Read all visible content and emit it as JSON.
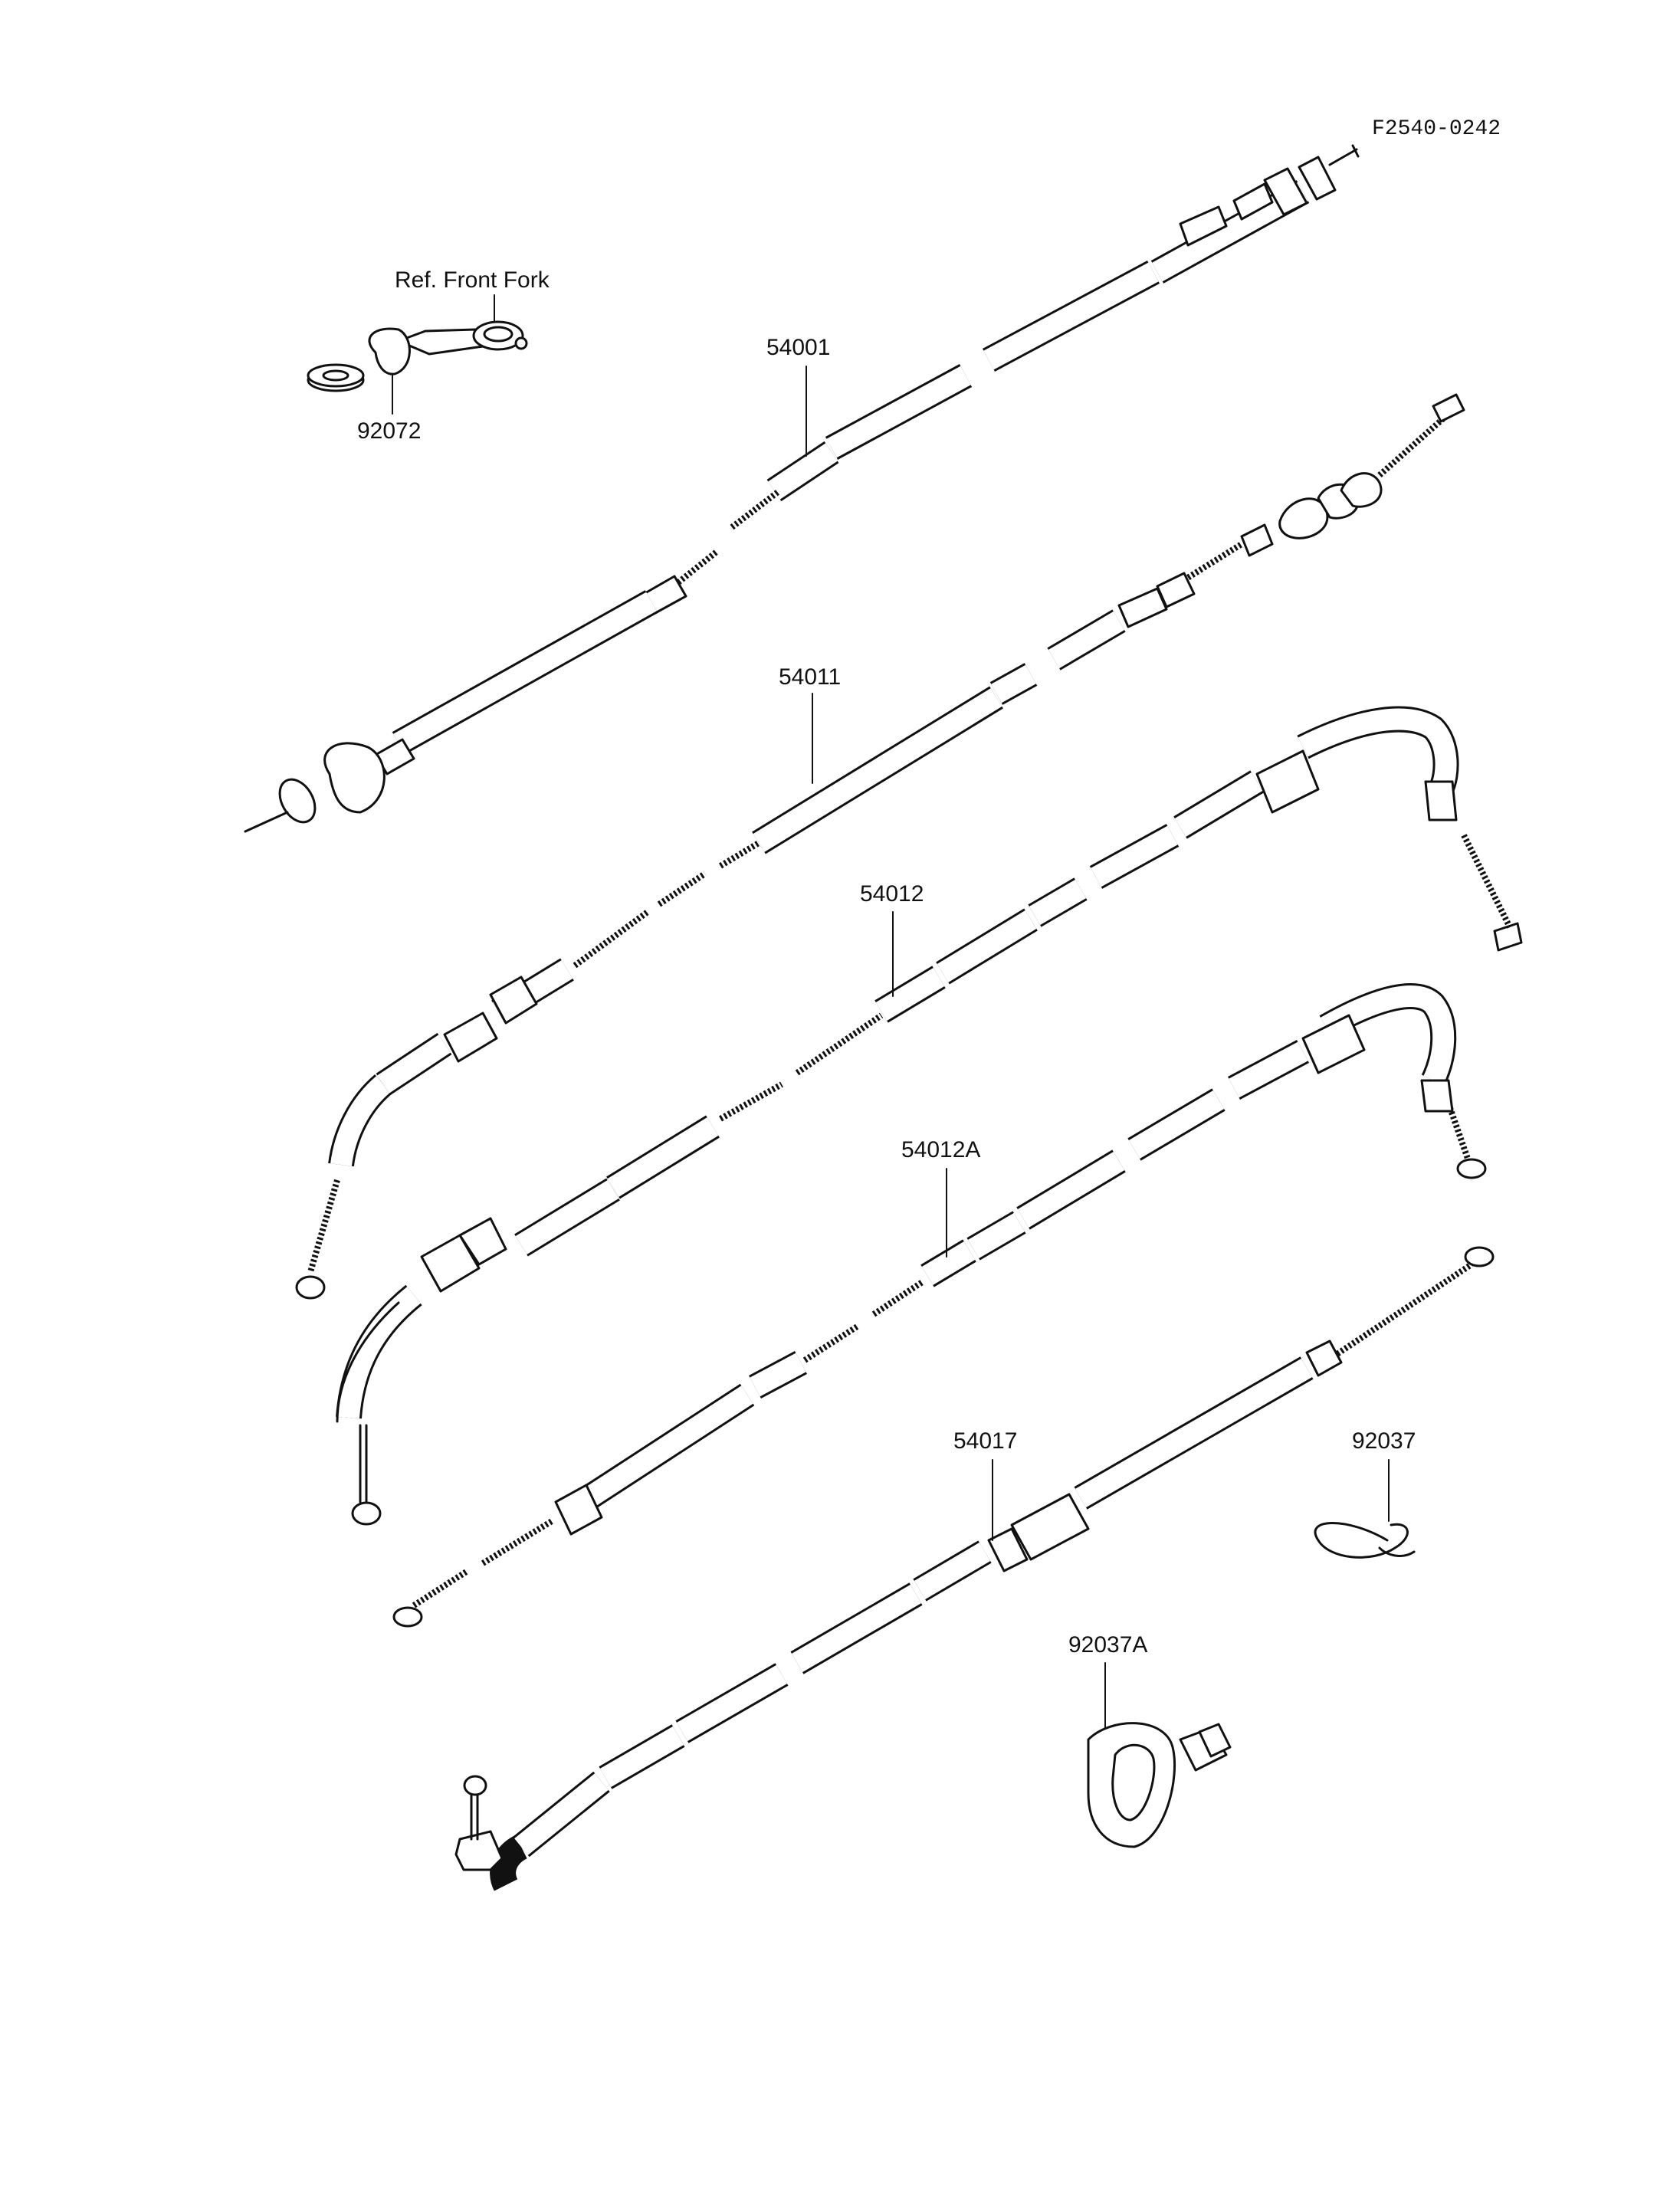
{
  "diagram": {
    "code": "F2540-0242",
    "ref_note": "Ref. Front Fork"
  },
  "parts": [
    {
      "key": "p92072",
      "number": "92072"
    },
    {
      "key": "p54001",
      "number": "54001"
    },
    {
      "key": "p54011",
      "number": "54011"
    },
    {
      "key": "p54012",
      "number": "54012"
    },
    {
      "key": "p54012A",
      "number": "54012A"
    },
    {
      "key": "p54017",
      "number": "54017"
    },
    {
      "key": "p92037",
      "number": "92037"
    },
    {
      "key": "p92037A",
      "number": "92037A"
    }
  ]
}
